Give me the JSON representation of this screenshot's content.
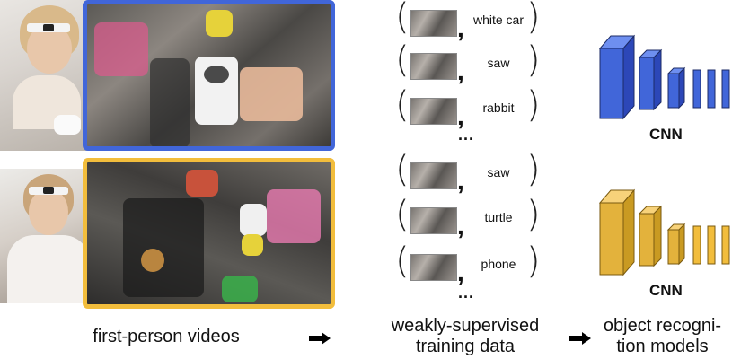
{
  "training_data": {
    "set1": [
      "white car",
      "saw",
      "rabbit"
    ],
    "set2": [
      "saw",
      "turtle",
      "phone"
    ],
    "ellipsis": "..."
  },
  "captions": {
    "videos": "first-person videos",
    "training_line1": "weakly-supervised",
    "training_line2": "training data",
    "models_line1": "object recogni-",
    "models_line2": "tion models"
  },
  "cnn": {
    "top_label": "CNN",
    "bottom_label": "CNN"
  },
  "colors": {
    "blue": "#4166d9",
    "yellow": "#f2bd3c"
  }
}
